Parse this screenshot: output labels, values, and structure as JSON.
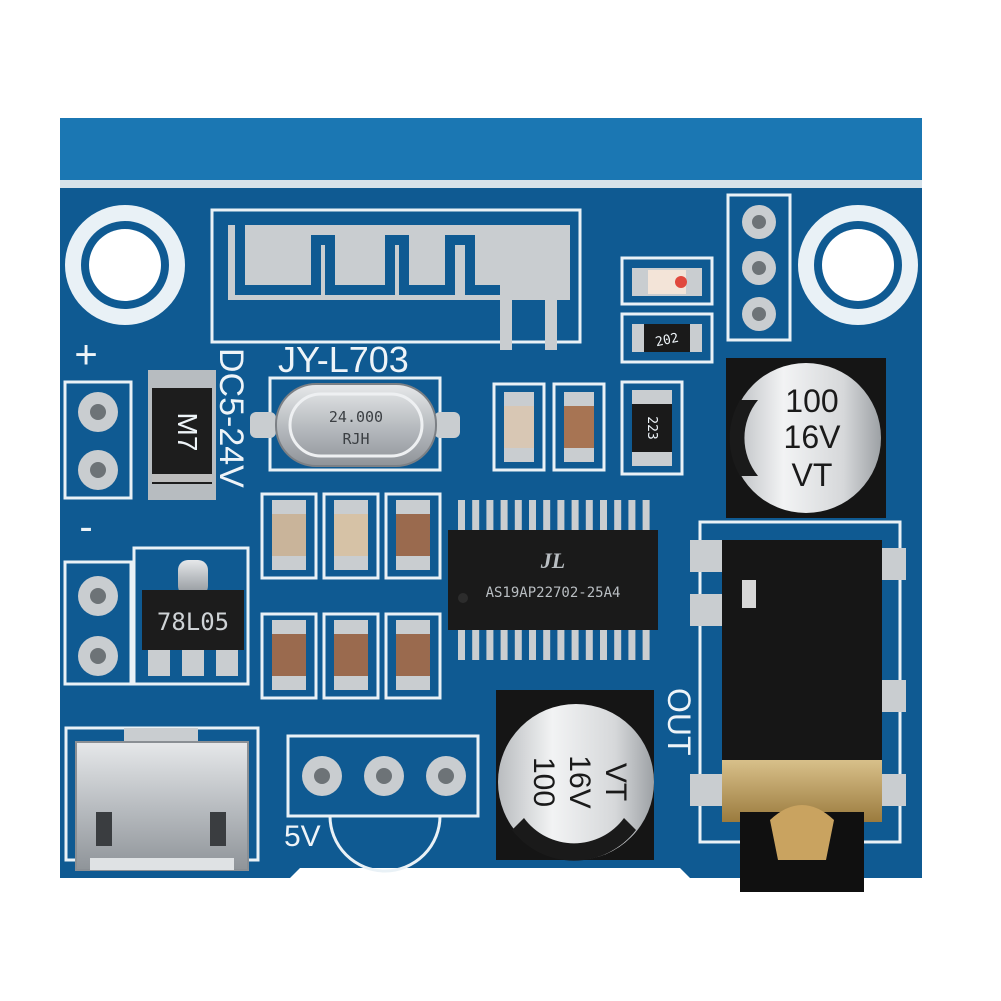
{
  "board": {
    "model": "JY-L703",
    "power_label": "DC5-24V",
    "plus_label": "+",
    "minus_label": "-",
    "out_label": "OUT",
    "fivev_label": "5V"
  },
  "crystal": {
    "freq": "24.000",
    "maker": "RJH"
  },
  "diode": {
    "marking": "M7"
  },
  "regulator": {
    "marking": "78L05"
  },
  "chip": {
    "marking": "AS19AP22702-25A4",
    "logo": "JL"
  },
  "resistors": {
    "r1": "202",
    "r2": "223"
  },
  "cap_top": {
    "line1": "100",
    "line2": "16V",
    "line3": "VT"
  },
  "cap_bottom": {
    "line1": "100",
    "line2": "16V",
    "line3": "VT"
  },
  "colors": {
    "pcb": "#0f5a92",
    "pcb_edge": "#1f6fa8",
    "silkscreen": "#e9f1f6",
    "pad": "#c9cdd0",
    "chip": "#1a1a1a",
    "cap_body": "#e4e6e8"
  }
}
